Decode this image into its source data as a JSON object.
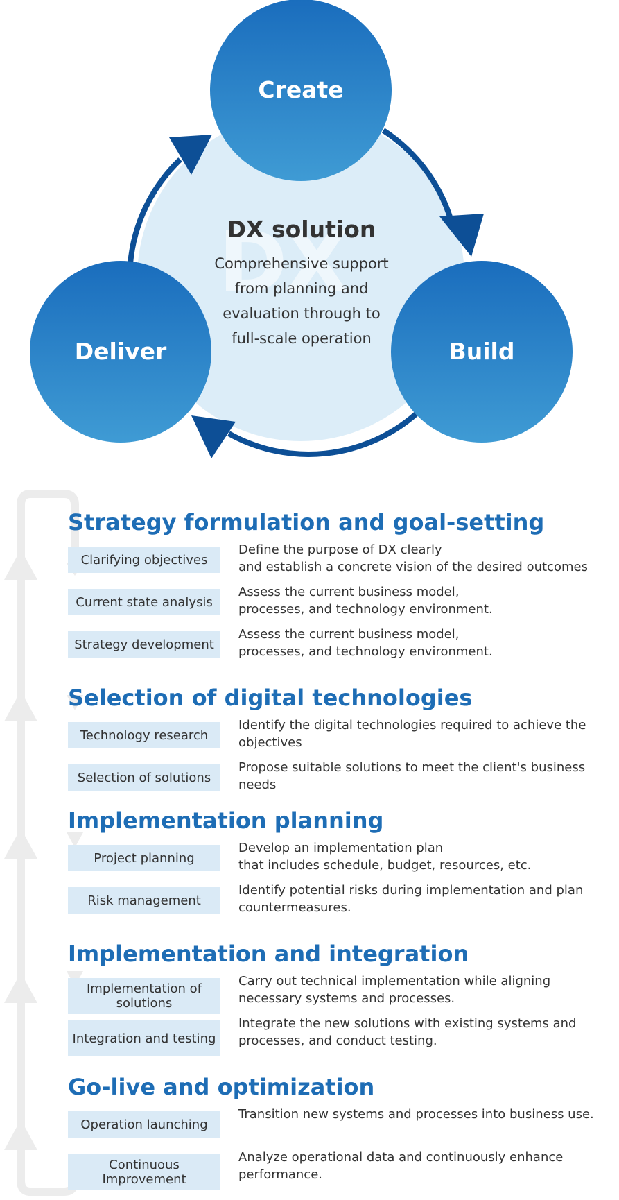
{
  "cycle": {
    "center_title": "DX solution",
    "center_description": "Comprehensive support from planning and evaluation through to full-scale operation",
    "watermark": "DX",
    "nodes": [
      {
        "key": "create",
        "label": "Create"
      },
      {
        "key": "build",
        "label": "Build"
      },
      {
        "key": "deliver",
        "label": "Deliver"
      }
    ],
    "colors": {
      "node_top": "#1a6dbd",
      "node_bottom": "#3f9bd4",
      "ring_arrow": "#0d4f96",
      "center_fill": "#dcedf8"
    }
  },
  "process": {
    "sections": [
      {
        "title": "Strategy formulation and goal-setting",
        "steps": [
          {
            "label": "Clarifying objectives",
            "description": "Define the purpose of DX clearly\nand establish a concrete vision of the desired outcomes"
          },
          {
            "label": "Current state analysis",
            "description": "Assess the current business model,\nprocesses, and technology environment."
          },
          {
            "label": "Strategy development",
            "description": "Assess the current business model,\nprocesses, and technology environment."
          }
        ]
      },
      {
        "title": "Selection of digital technologies",
        "steps": [
          {
            "label": "Technology research",
            "description": "Identify the digital technologies required to achieve the objectives"
          },
          {
            "label": "Selection of solutions",
            "description": "Propose suitable solutions to meet the client's business needs"
          }
        ]
      },
      {
        "title": "Implementation planning",
        "steps": [
          {
            "label": "Project planning",
            "description": "Develop an implementation plan\nthat includes schedule, budget, resources, etc."
          },
          {
            "label": "Risk management",
            "description": "Identify potential risks during implementation and plan countermeasures."
          }
        ]
      },
      {
        "title": "Implementation and integration",
        "steps": [
          {
            "label": "Implementation of solutions",
            "description": "Carry out technical implementation while aligning necessary systems and processes."
          },
          {
            "label": "Integration and testing",
            "description": "Integrate the new solutions with existing systems and processes, and conduct testing."
          }
        ]
      },
      {
        "title": "Go-live and optimization",
        "steps": [
          {
            "label": "Operation launching",
            "description": "Transition new systems and processes into business use."
          },
          {
            "label": "Continuous Improvement",
            "description": "Analyze operational data and continuously enhance performance."
          }
        ]
      }
    ],
    "colors": {
      "title": "#1e6db5",
      "label_bg": "#daeaf6",
      "rail": "#ececec"
    }
  }
}
